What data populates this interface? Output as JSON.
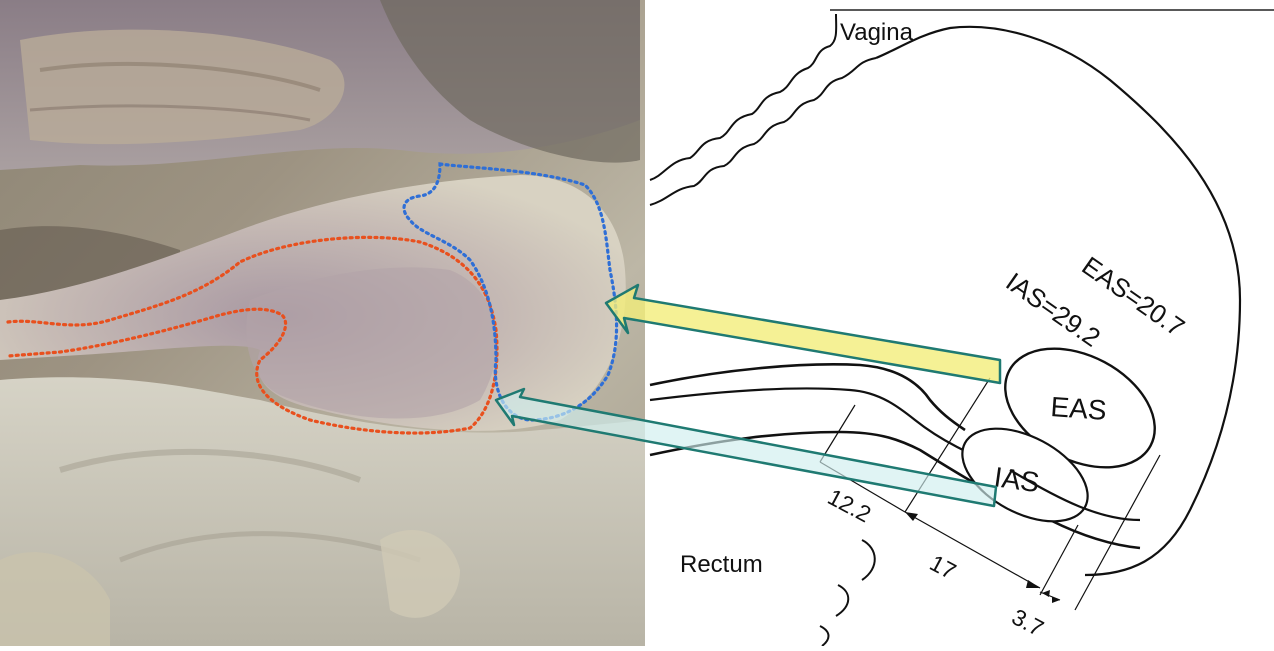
{
  "photo": {
    "description_icon": "dissection-photo"
  },
  "diagram": {
    "labels": {
      "vagina": "Vagina",
      "rectum": "Rectum",
      "eas": "EAS",
      "ias": "IAS",
      "eas_value": "EAS=20.7",
      "ias_value": "IAS=29.2",
      "dim_12_2": "12.2",
      "dim_17": "17",
      "dim_3_7": "3.7"
    }
  },
  "colors": {
    "red_outline": "#e8501e",
    "blue_outline": "#2f6fd6",
    "arrow_stroke": "#1f7a72",
    "arrow_fill_yellow": "#f3ee7a",
    "arrow_fill_light": "#cfeeee"
  }
}
